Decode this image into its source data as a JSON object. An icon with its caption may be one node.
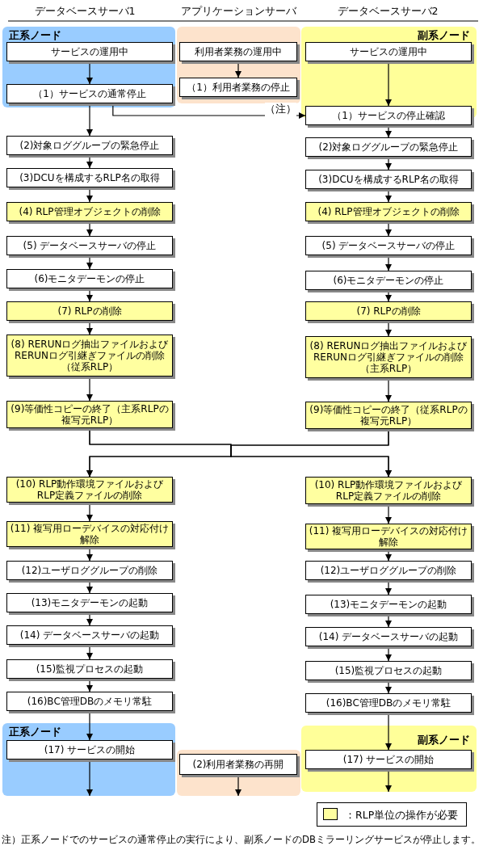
{
  "diagram": {
    "nodes": [
      {
        "text": [
          "正系ノード"
        ]
      },
      {
        "text": [
          "サービスの運用中"
        ],
        "in": 0
      },
      {
        "text": [
          "（1）サービスの通常停止"
        ],
        "in": 0
      },
      {
        "text": [],
        "shape": "box"
      },
      {
        "text": [
          "利用者業務の運用中"
        ],
        "in": 3
      },
      {
        "text": [
          "（1）利用者業務の停止"
        ],
        "in": 3
      },
      {
        "text": [
          "副系ノード"
        ]
      },
      {
        "text": [
          "サービスの運用中"
        ],
        "in": 6
      },
      {
        "text": [
          "（1）サービスの停止確認"
        ]
      },
      {
        "text": [
          "(2)対象ロググループの緊急停止"
        ]
      },
      {
        "text": [
          "(3)DCUを構成するRLP名の取得"
        ]
      },
      {
        "text": [
          "(4) RLP管理オブジェクトの削除"
        ]
      },
      {
        "text": [
          "(5) データベースサーバの停止"
        ]
      },
      {
        "text": [
          "(6)モニタデーモンの停止"
        ]
      },
      {
        "text": [
          "(7) RLPの削除"
        ]
      },
      {
        "text": [
          "(8) RERUNログ抽出ファイルおよびRERUNログ引継ぎファイルの削除（従系RLP）"
        ]
      },
      {
        "text": [
          "(9)等価性コピーの終了（主系RLPの複写元RLP）"
        ]
      },
      {
        "text": [
          "(2)対象ロググループの緊急停止"
        ]
      },
      {
        "text": [
          "(3)DCUを構成するRLP名の取得"
        ]
      },
      {
        "text": [
          "(4) RLP管理オブジェクトの削除"
        ]
      },
      {
        "text": [
          "(5) データベースサーバの停止"
        ]
      },
      {
        "text": [
          "(6)モニタデーモンの停止"
        ]
      },
      {
        "text": [
          "(7) RLPの削除"
        ]
      },
      {
        "text": [
          "(8) RERUNログ抽出ファイルおよびRERUNログ引継ぎファイルの削除（主系RLP）"
        ]
      },
      {
        "text": [
          "(9)等価性コピーの終了（従系RLPの複写元RLP）"
        ]
      },
      {
        "text": [
          "(10) RLP動作環境ファイルおよびRLP定義ファイルの削除"
        ]
      },
      {
        "text": [
          "(11) 複写用ローデバイスの対応付け解除"
        ]
      },
      {
        "text": [
          "(12)ユーザロググループの削除"
        ]
      },
      {
        "text": [
          "(13)モニタデーモンの起動"
        ]
      },
      {
        "text": [
          "(14) データベースサーバの起動"
        ]
      },
      {
        "text": [
          "(15)監視プロセスの起動"
        ]
      },
      {
        "text": [
          "(16)BC管理DBのメモリ常駐"
        ]
      },
      {
        "text": [
          "(10) RLP動作環境ファイルおよびRLP定義ファイルの削除"
        ]
      },
      {
        "text": [
          "(11) 複写用ローデバイスの対応付け解除"
        ]
      },
      {
        "text": [
          "(12)ユーザロググループの削除"
        ]
      },
      {
        "text": [
          "(13)モニタデーモンの起動"
        ]
      },
      {
        "text": [
          "(14) データベースサーバの起動"
        ]
      },
      {
        "text": [
          "(15)監視プロセスの起動"
        ]
      },
      {
        "text": [
          "(16)BC管理DBのメモリ常駐"
        ]
      },
      {
        "text": [
          "正系ノード"
        ]
      },
      {
        "text": [
          "(17) サービスの開始"
        ],
        "in": 39
      },
      {
        "text": [],
        "shape": "box"
      },
      {
        "text": [
          "(2)利用者業務の再開"
        ],
        "in": 41
      },
      {
        "text": [
          "副系ノード"
        ]
      },
      {
        "text": [
          "(17) サービスの開始"
        ],
        "in": 43
      }
    ],
    "edges": [
      {
        "from": 1,
        "to": 2,
        "arrow": "to"
      },
      {
        "from": 4,
        "to": 5,
        "arrow": "to"
      },
      {
        "from": 7,
        "to": 8,
        "arrow": "to"
      },
      {
        "from": 2,
        "to": 8,
        "arrow": "to",
        "label": "（注）"
      },
      {
        "from": 2,
        "to": 9,
        "arrow": "to"
      },
      {
        "from": 8,
        "to": 17,
        "arrow": "to"
      },
      {
        "from": 9,
        "to": 10,
        "arrow": "to"
      },
      {
        "from": 10,
        "to": 11,
        "arrow": "to"
      },
      {
        "from": 11,
        "to": 12,
        "arrow": "to"
      },
      {
        "from": 12,
        "to": 13,
        "arrow": "to"
      },
      {
        "from": 13,
        "to": 14,
        "arrow": "to"
      },
      {
        "from": 14,
        "to": 15,
        "arrow": "to"
      },
      {
        "from": 15,
        "to": 16,
        "arrow": "to"
      },
      {
        "from": 17,
        "to": 18,
        "arrow": "to"
      },
      {
        "from": 18,
        "to": 19,
        "arrow": "to"
      },
      {
        "from": 19,
        "to": 20,
        "arrow": "to"
      },
      {
        "from": 20,
        "to": 21,
        "arrow": "to"
      },
      {
        "from": 21,
        "to": 22,
        "arrow": "to"
      },
      {
        "from": 22,
        "to": 23,
        "arrow": "to"
      },
      {
        "from": 23,
        "to": 24,
        "arrow": "to"
      },
      {
        "from": 16,
        "to": 25,
        "arrow": "to"
      },
      {
        "from": 16,
        "to": 32,
        "arrow": "to"
      },
      {
        "from": 24,
        "to": 25,
        "arrow": "to"
      },
      {
        "from": 24,
        "to": 32,
        "arrow": "to"
      },
      {
        "from": 25,
        "to": 26,
        "arrow": "to"
      },
      {
        "from": 26,
        "to": 27,
        "arrow": "to"
      },
      {
        "from": 27,
        "to": 28,
        "arrow": "to"
      },
      {
        "from": 28,
        "to": 29,
        "arrow": "to"
      },
      {
        "from": 29,
        "to": 30,
        "arrow": "to"
      },
      {
        "from": 30,
        "to": 31,
        "arrow": "to"
      },
      {
        "from": 32,
        "to": 33,
        "arrow": "to"
      },
      {
        "from": 33,
        "to": 34,
        "arrow": "to"
      },
      {
        "from": 34,
        "to": 35,
        "arrow": "to"
      },
      {
        "from": 35,
        "to": 36,
        "arrow": "to"
      },
      {
        "from": 36,
        "to": 37,
        "arrow": "to"
      },
      {
        "from": 37,
        "to": 38,
        "arrow": "to"
      },
      {
        "from": 31,
        "to": 40,
        "arrow": "to"
      },
      {
        "from": 38,
        "to": 44,
        "arrow": "to"
      },
      {
        "from": 40,
        "to": null,
        "arrow": "to"
      },
      {
        "from": 42,
        "to": null,
        "arrow": "to"
      },
      {
        "from": 44,
        "to": null,
        "arrow": "to"
      }
    ],
    "labels": [
      "データベースサーバ1",
      "アプリケーションサーバ",
      "データベースサーバ2",
      "注）正系ノードでのサービスの通常停止の実行により、副系ノードのDBミラーリングサービスが停止します。"
    ],
    "legend": [
      {
        "text": "：RLP単位の操作が必要",
        "color": "#ffffa0"
      }
    ]
  }
}
